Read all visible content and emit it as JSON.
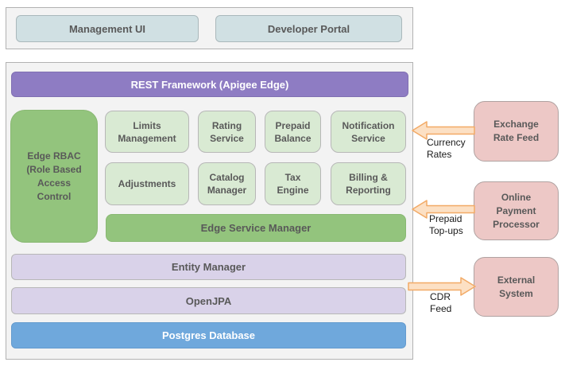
{
  "colors": {
    "container_fill": "#f3f3f3",
    "container_border": "#b2b2b2",
    "teal": "#d0e0e3",
    "purple": "#8e7cc3",
    "green": "#93c47d",
    "green_light": "#d9ead3",
    "lavender": "#d9d2e9",
    "blue": "#6fa8dc",
    "pink": "#edc8c6",
    "arrow_fill": "#fce0c4",
    "arrow_stroke": "#f2aa66",
    "label_gray": "#595959"
  },
  "top_section": {
    "items": [
      {
        "label": "Management UI"
      },
      {
        "label": "Developer Portal"
      }
    ]
  },
  "edge_platform": {
    "rest_framework": "REST Framework (Apigee Edge)",
    "rbac": "Edge RBAC\n(Role Based\nAccess\nControl",
    "services_row1": [
      "Limits\nManagement",
      "Rating\nService",
      "Prepaid\nBalance",
      "Notification\nService"
    ],
    "services_row2": [
      "Adjustments",
      "Catalog\nManager",
      "Tax\nEngine",
      "Billing &\nReporting"
    ],
    "service_manager": "Edge Service Manager",
    "entity_manager": "Entity Manager",
    "open_jpa": "OpenJPA",
    "database": "Postgres Database"
  },
  "external_systems": {
    "boxes": [
      {
        "label": "Exchange\nRate Feed"
      },
      {
        "label": "Online\nPayment\nProcessor"
      },
      {
        "label": "External\nSystem"
      }
    ],
    "flows": [
      {
        "label": "Currency\nRates",
        "direction": "into-platform"
      },
      {
        "label": "Prepaid\nTop-ups",
        "direction": "into-platform"
      },
      {
        "label": "CDR\nFeed",
        "direction": "out-of-platform"
      }
    ]
  }
}
